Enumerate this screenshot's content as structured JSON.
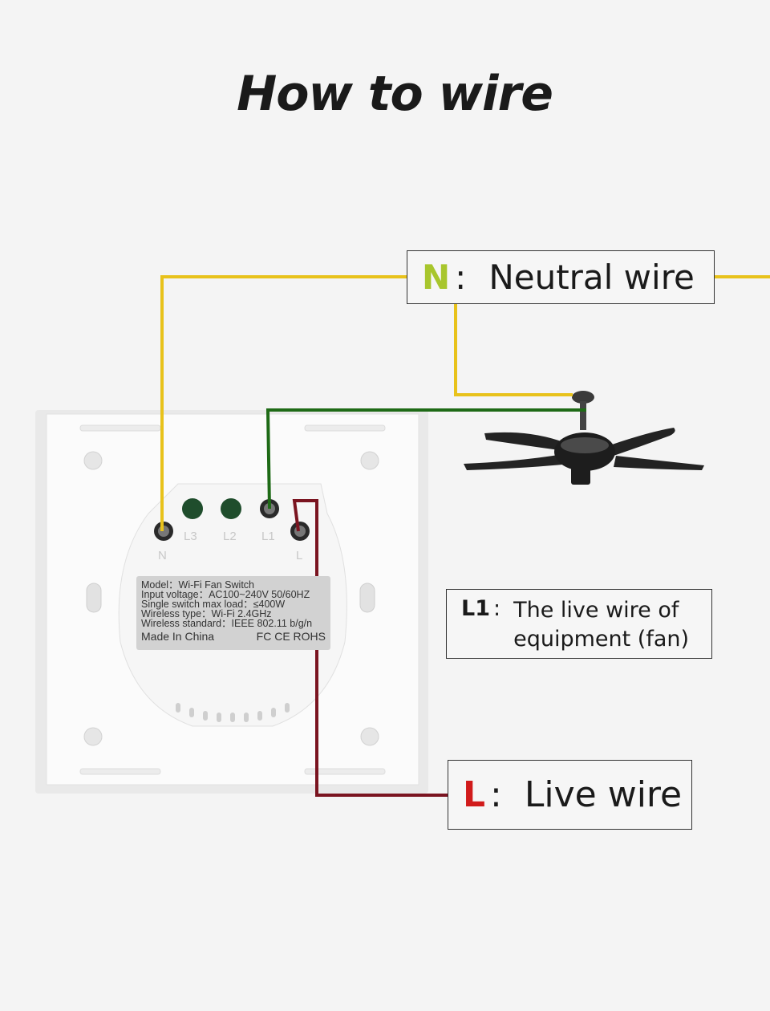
{
  "title": "How to wire",
  "labels": {
    "neutral": {
      "code": "N",
      "colon": ":",
      "text": "Neutral wire"
    },
    "live_equipment": {
      "code": "L1",
      "colon": ":",
      "line1": "The live wire of",
      "line2": "equipment (fan)"
    },
    "live": {
      "code": "L",
      "colon": ":",
      "text": "Live wire"
    }
  },
  "terminals": [
    "N",
    "L3",
    "L2",
    "L1",
    "L"
  ],
  "sticker": {
    "lines": [
      "Model：Wi-Fi Fan Switch",
      "Input voltage：AC100~240V  50/60HZ",
      "Single switch max load：≤400W",
      "Wireless type：Wi-Fi 2.4GHz",
      "Wireless standard：IEEE 802.11 b/g/n"
    ],
    "made_in": "Made In China",
    "marks": "FC CE ROHS"
  },
  "colors": {
    "neutral_wire": "#e8c21b",
    "fan_wire": "#1e6a16",
    "live_wire": "#7a1420",
    "neutral_code": "#a8c62d",
    "live_code": "#d11b1b"
  }
}
